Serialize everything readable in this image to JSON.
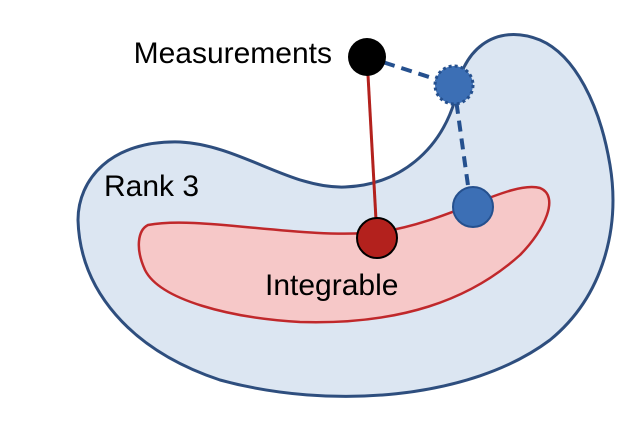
{
  "labels": {
    "measurements": "Measurements",
    "rank": "Rank 3",
    "integrable": "Integrable"
  },
  "colors": {
    "rank_region_fill": "#dce6f2",
    "rank_region_stroke": "#2e4e7e",
    "integrable_region_fill": "#f6c8c8",
    "integrable_region_stroke": "#c0282b",
    "measurement_point": "#000000",
    "integrable_point": "#b3211d",
    "rank_point": "#3c6fb5",
    "rank_point_stroke": "#25508e",
    "integrable_projection_line": "#b3211d",
    "rank_projection_line": "#25508e"
  }
}
